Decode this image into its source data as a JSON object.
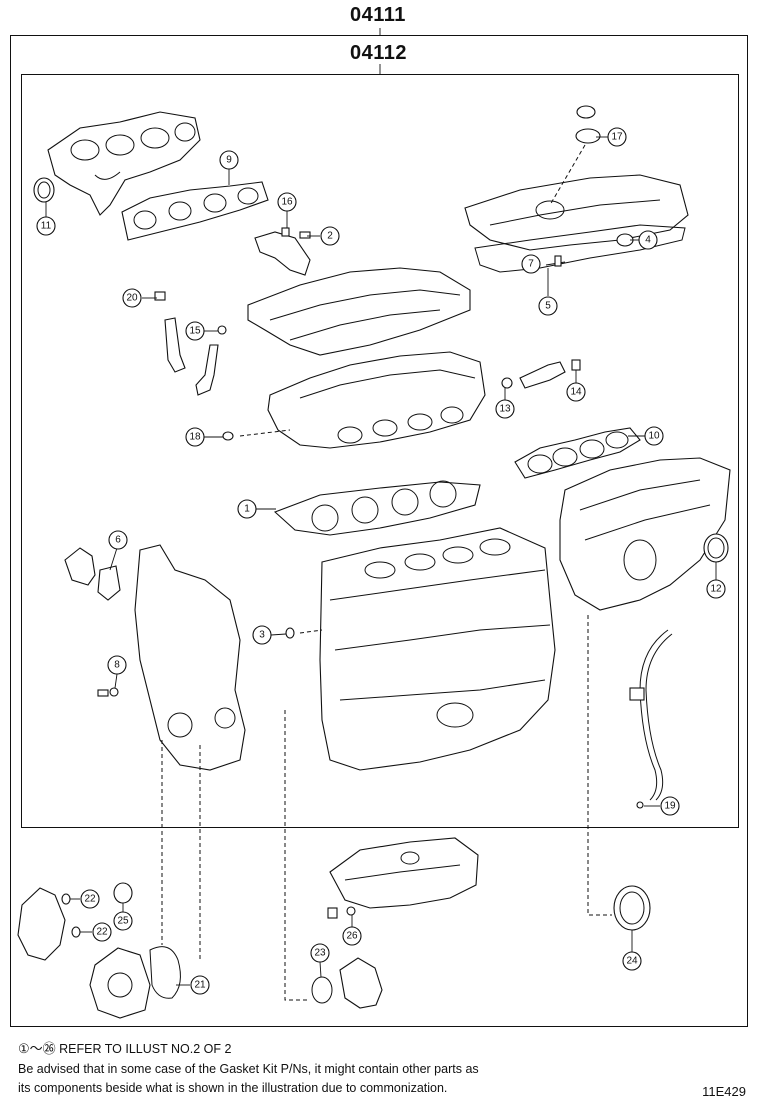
{
  "header": {
    "kit_outer": "04111",
    "kit_inner": "04112"
  },
  "callouts": [
    "1",
    "2",
    "3",
    "4",
    "5",
    "6",
    "7",
    "8",
    "9",
    "10",
    "11",
    "12",
    "13",
    "14",
    "15",
    "16",
    "17",
    "18",
    "19",
    "20",
    "21",
    "22",
    "22",
    "23",
    "24",
    "25",
    "26"
  ],
  "notes": {
    "refer_range": "①～㉖",
    "refer_text": "REFER TO ILLUST NO.2 OF 2",
    "advice_line1": "Be advised that in some case of the Gasket Kit P/Ns,  it might contain other parts as",
    "advice_line2": "its components beside what is shown in the illustration due to commonization."
  },
  "illustration_id": "11E429"
}
